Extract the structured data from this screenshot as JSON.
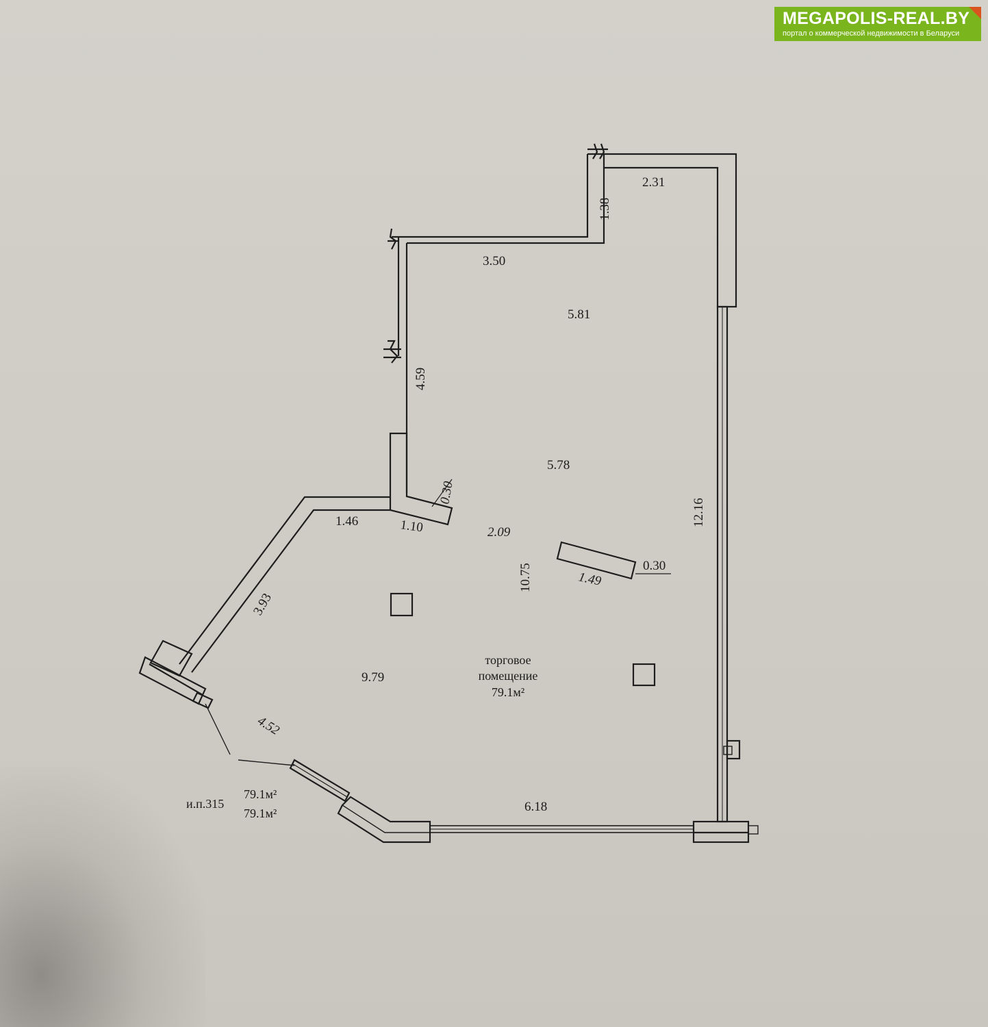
{
  "logo": {
    "title": "MEGAPOLIS-REAL.BY",
    "subtitle": "портал о коммерческой недвижимости в Беларуси",
    "brand_color": "#7ab51d",
    "accent_color": "#d9531e"
  },
  "plan": {
    "room_name_line1": "торговое",
    "room_name_line2": "помещение",
    "room_area": "79.1м²",
    "inventory_label": "и.п.315",
    "total_area_1": "79.1м²",
    "total_area_2": "79.1м²",
    "dimensions": {
      "top_right_wall": "2.31",
      "top_step_wall": "1.38",
      "upper_wall": "3.50",
      "upper_inner": "5.81",
      "left_upper_wall": "4.59",
      "mid_inner": "5.78",
      "left_partition_depth": "0.30",
      "right_wall": "12.16",
      "left_short_wall": "1.46",
      "partition_length": "1.10",
      "diagonal_inner": "2.09",
      "vertical_inner": "10.75",
      "column_length": "1.49",
      "column_depth": "0.30",
      "diagonal_left_wall": "3.93",
      "lower_inner": "9.79",
      "bay_window_wall": "4.52",
      "bottom_wall": "6.18"
    }
  }
}
